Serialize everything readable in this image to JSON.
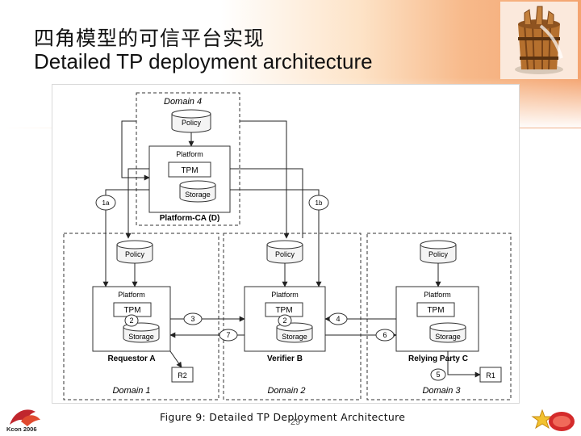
{
  "slide": {
    "title_zh": "四角模型的可信平台实现",
    "title_en": "Detailed TP deployment architecture",
    "caption": "Figure 9: Detailed TP Deployment Architecture",
    "page_number": "29",
    "footer_logo_text": "Kcon 2006"
  },
  "diagram": {
    "domain4": {
      "label": "Domain 4",
      "policy": "Policy",
      "platform": "Platform",
      "tpm": "TPM",
      "storage": "Storage",
      "name": "Platform-CA (D)"
    },
    "links": {
      "l1a": "1a",
      "l1b": "1b",
      "l2a": "2",
      "l2b": "2",
      "l3": "3",
      "l4": "4",
      "l5": "5",
      "l6": "6",
      "l7": "7",
      "r1": "R1",
      "r2": "R2"
    },
    "domains": [
      {
        "label": "Domain 1",
        "policy": "Policy",
        "platform": "Platform",
        "tpm": "TPM",
        "storage": "Storage",
        "name": "Requestor A"
      },
      {
        "label": "Domain 2",
        "policy": "Policy",
        "platform": "Platform",
        "tpm": "TPM",
        "storage": "Storage",
        "name": "Verifier B"
      },
      {
        "label": "Domain 3",
        "policy": "Policy",
        "platform": "Platform",
        "tpm": "TPM",
        "storage": "Storage",
        "name": "Relying Party C"
      }
    ]
  },
  "colors": {
    "accent": "#f4a470",
    "line": "#222222"
  }
}
